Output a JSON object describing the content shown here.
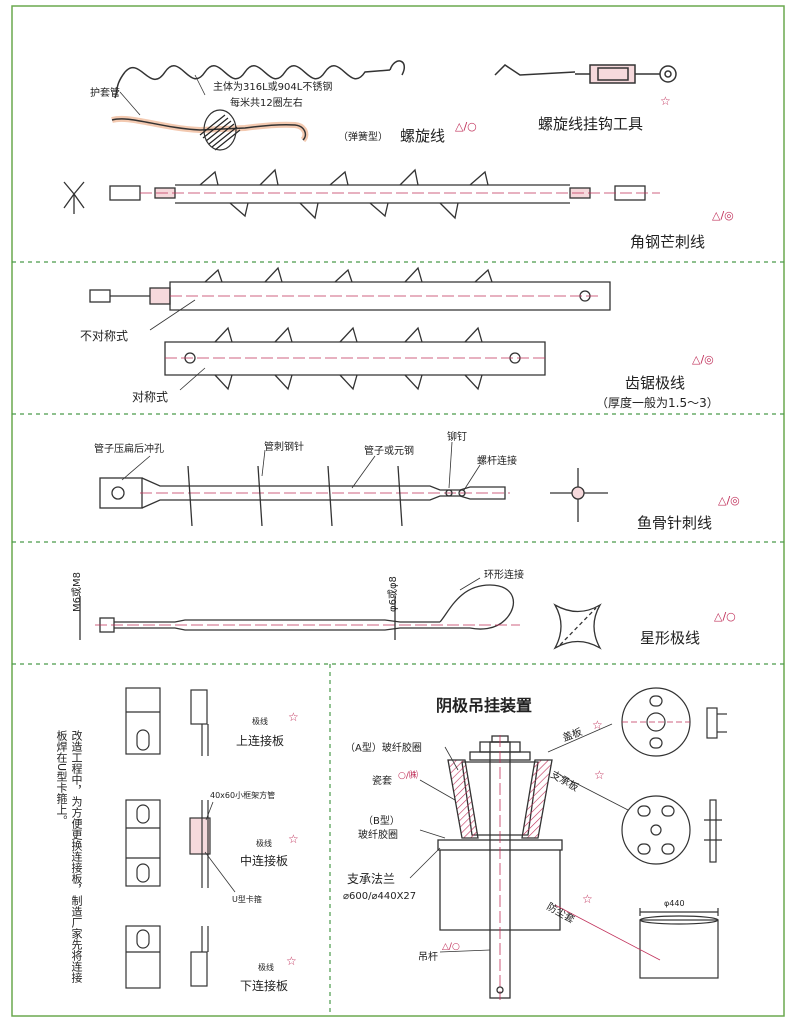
{
  "colors": {
    "border": "#6aa84f",
    "dash": "#4a9a4a",
    "line": "#333333",
    "accent": "#c0305a",
    "pipe": "#f6d9dc"
  },
  "sections": {
    "spiral": {
      "sleeve_label": "护套管",
      "material_label": "主体为316L或904L不锈钢",
      "pitch_label": "每米共12圈左右",
      "type_label": "（弹簧型）",
      "name": "螺旋线",
      "symbol": "△/○",
      "tool_name": "螺旋线挂钩工具",
      "tool_star": "☆"
    },
    "angle_steel": {
      "name": "角钢芒刺线",
      "symbol": "△/◎"
    },
    "sawtooth": {
      "asym_label": "不对称式",
      "sym_label": "对称式",
      "name": "齿锯极线",
      "symbol": "△/◎",
      "note": "（厚度一般为1.5～3）"
    },
    "fishbone": {
      "punch_label": "管子压扁后冲孔",
      "needle_label": "管刺钢针",
      "tube_label": "管子或元钢",
      "rivet_label": "铆钉",
      "screw_label": "螺杆连接",
      "name": "鱼骨针刺线",
      "symbol": "△/◎"
    },
    "star": {
      "thread_label": "M6或M8",
      "dia_label": "φ6或φ8",
      "ring_label": "环形连接",
      "name": "星形极线",
      "symbol": "△/○"
    },
    "plates": {
      "note": "改造工程中，为方便更换连接板，制造厂家先将连接板焊在U型卡箍上。",
      "upper_tag": "极线",
      "upper_name": "上连接板",
      "frame_label": "40x60小框架方管",
      "middle_tag": "极线",
      "middle_name": "中连接板",
      "clamp_label": "U型卡箍",
      "lower_tag": "极线",
      "lower_name": "下连接板",
      "star": "☆"
    },
    "hanger": {
      "title": "阴极吊挂装置",
      "a_type": "（A型）玻纤胶圈",
      "porcelain": "瓷套",
      "porcelain_sym": "○/㈱",
      "b_type": "（B型）",
      "b_ring": "玻纤胶圈",
      "flange": "支承法兰",
      "flange_dims": "⌀600/⌀440X27",
      "rod": "吊杆",
      "rod_symbol": "△/○",
      "cover": "盖板",
      "support": "支承板",
      "dust": "防尘套",
      "dust_dia": "φ440",
      "star": "☆"
    }
  }
}
